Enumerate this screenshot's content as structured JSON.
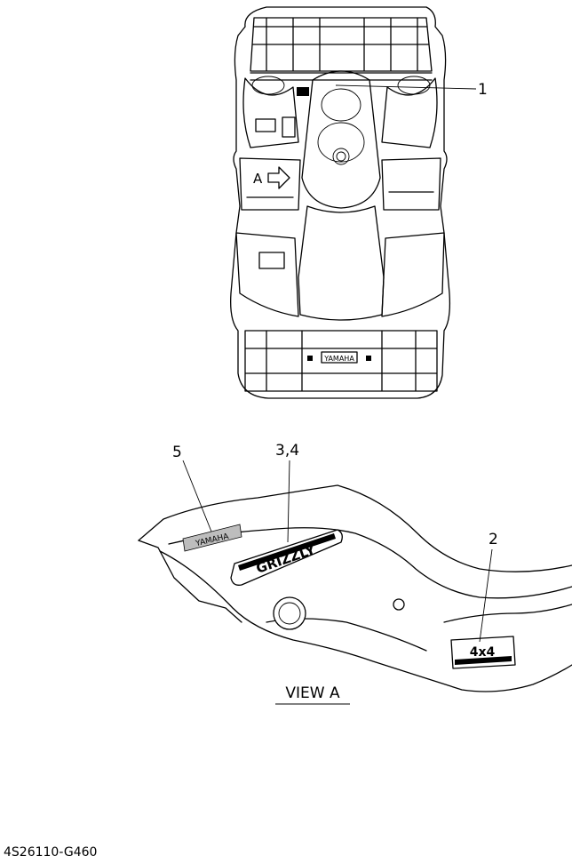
{
  "callouts": {
    "c1": "1",
    "c2": "2",
    "c34": "3,4",
    "c5": "5"
  },
  "view_marker": "A",
  "view_caption": "VIEW A",
  "decals": {
    "grizzly_logo": "GRIZZLY",
    "yamaha_side": "YAMAHA",
    "yamaha_rear": "YAMAHA",
    "fourwd_logo": "4x4"
  },
  "part_number": "4S26110-G460"
}
